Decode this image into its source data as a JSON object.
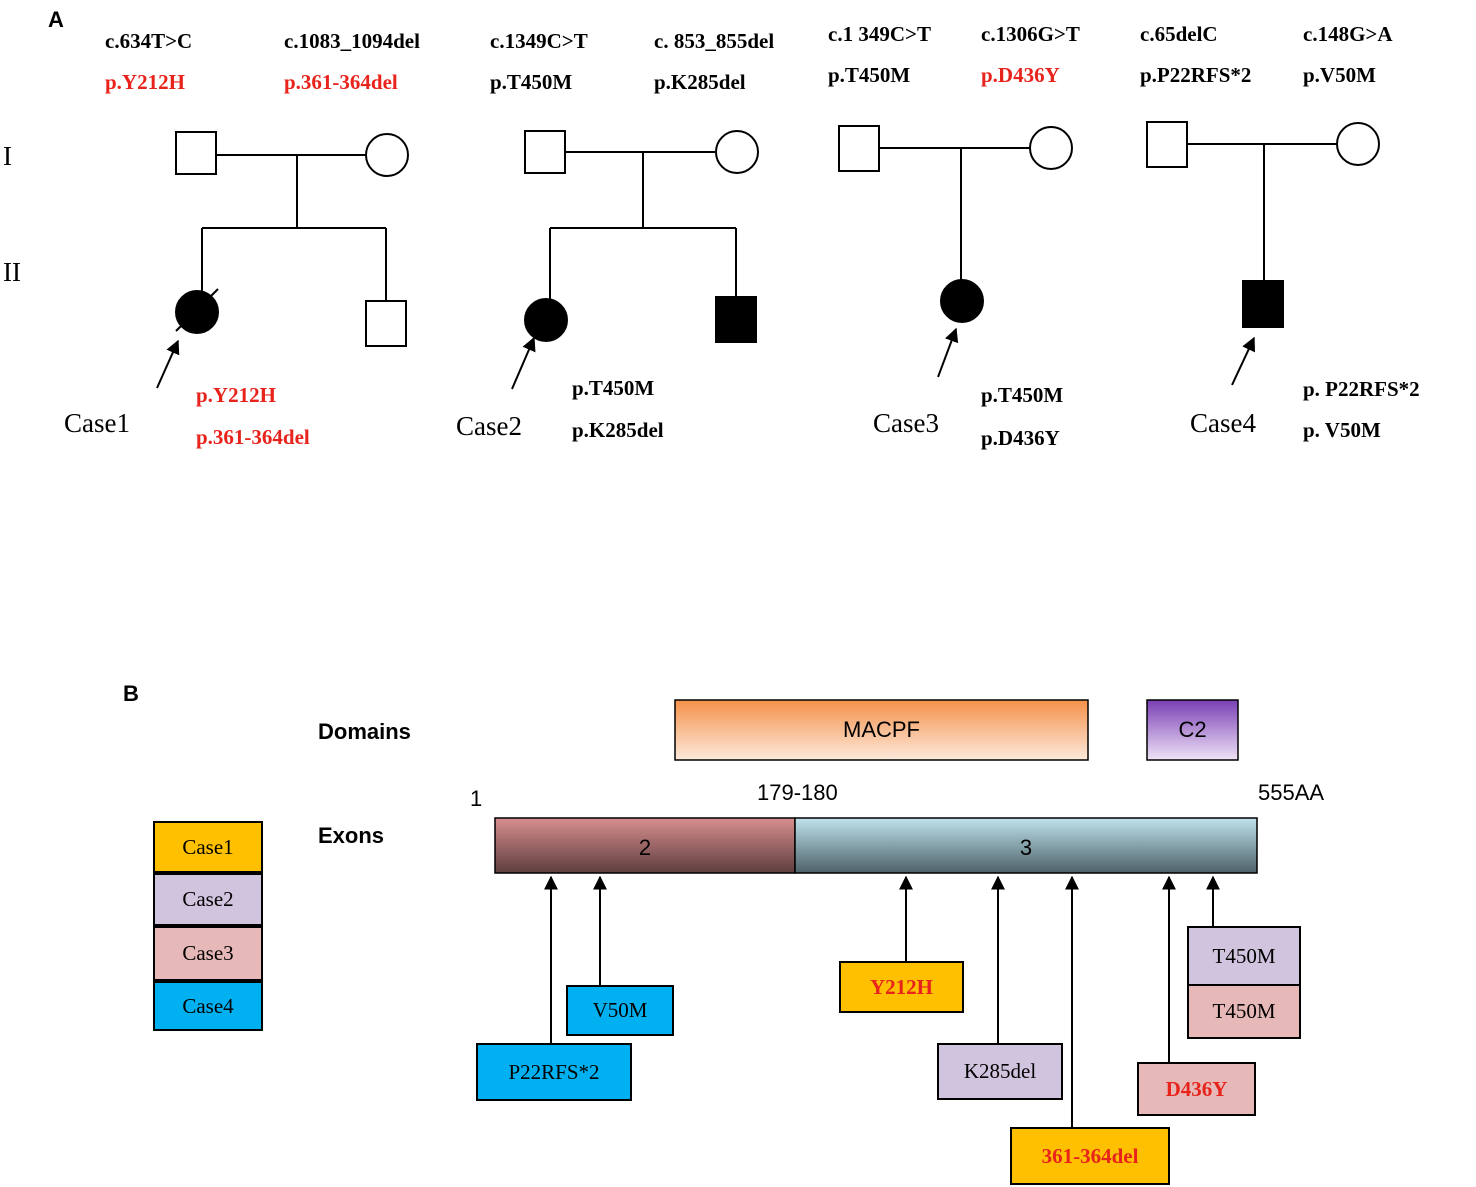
{
  "panel_a": {
    "label": "A",
    "generations": [
      "I",
      "II"
    ],
    "families": [
      {
        "father_cdna": "c.634T>C",
        "father_protein": "p.Y212H",
        "mother_cdna": "c.1083_1094del",
        "mother_protein": "p.361-364del",
        "case_label": "Case1",
        "case_var1": "p.Y212H",
        "case_var2": "p.361-364del"
      },
      {
        "father_cdna": "c.1349C>T",
        "father_protein": "p.T450M",
        "mother_cdna": "c. 853_855del",
        "mother_protein": "p.K285del",
        "case_label": "Case2",
        "case_var1": "p.T450M",
        "case_var2": "p.K285del"
      },
      {
        "father_cdna": "c.1 349C>T",
        "father_protein": "p.T450M",
        "mother_cdna": "c.1306G>T",
        "mother_protein": "p.D436Y",
        "case_label": "Case3",
        "case_var1": "p.T450M",
        "case_var2": "p.D436Y"
      },
      {
        "father_cdna": "c.65delC",
        "father_protein": "p.P22RFS*2",
        "mother_cdna": "c.148G>A",
        "mother_protein": "p.V50M",
        "case_label": "Case4",
        "case_var1": "p. P22RFS*2",
        "case_var2": "p. V50M"
      }
    ]
  },
  "panel_b": {
    "label": "B",
    "domains_label": "Domains",
    "exons_label": "Exons",
    "domains": [
      {
        "name": "MACPF",
        "color_top": "#f4914a",
        "color_bottom": "#fde9dc"
      },
      {
        "name": "C2",
        "color_top": "#7a3fb4",
        "color_bottom": "#efe3f7"
      }
    ],
    "exons": [
      {
        "name": "2",
        "color_top": "#d88e8e",
        "color_bottom": "#5e3e3e"
      },
      {
        "name": "3",
        "color_top": "#bfe2ec",
        "color_bottom": "#4d6168"
      }
    ],
    "positions": {
      "start": "1",
      "boundary": "179-180",
      "end": "555AA"
    },
    "legend": [
      {
        "label": "Case1",
        "color": "#ffc000"
      },
      {
        "label": "Case2",
        "color": "#d1c4de"
      },
      {
        "label": "Case3",
        "color": "#e6b8b7"
      },
      {
        "label": "Case4",
        "color": "#00b0f0"
      }
    ],
    "mutations": [
      {
        "label": "P22RFS*2",
        "color": "#00b0f0",
        "red": false
      },
      {
        "label": "V50M",
        "color": "#00b0f0",
        "red": false
      },
      {
        "label": "Y212H",
        "color": "#ffc000",
        "red": true
      },
      {
        "label": "K285del",
        "color": "#d1c4de",
        "red": false
      },
      {
        "label": "361-364del",
        "color": "#ffc000",
        "red": true
      },
      {
        "label": "D436Y",
        "color": "#e6b8b7",
        "red": true
      },
      {
        "label": "T450M",
        "color": "#d1c4de",
        "red": false
      },
      {
        "label": "T450M",
        "color": "#e6b8b7",
        "red": false
      }
    ]
  }
}
